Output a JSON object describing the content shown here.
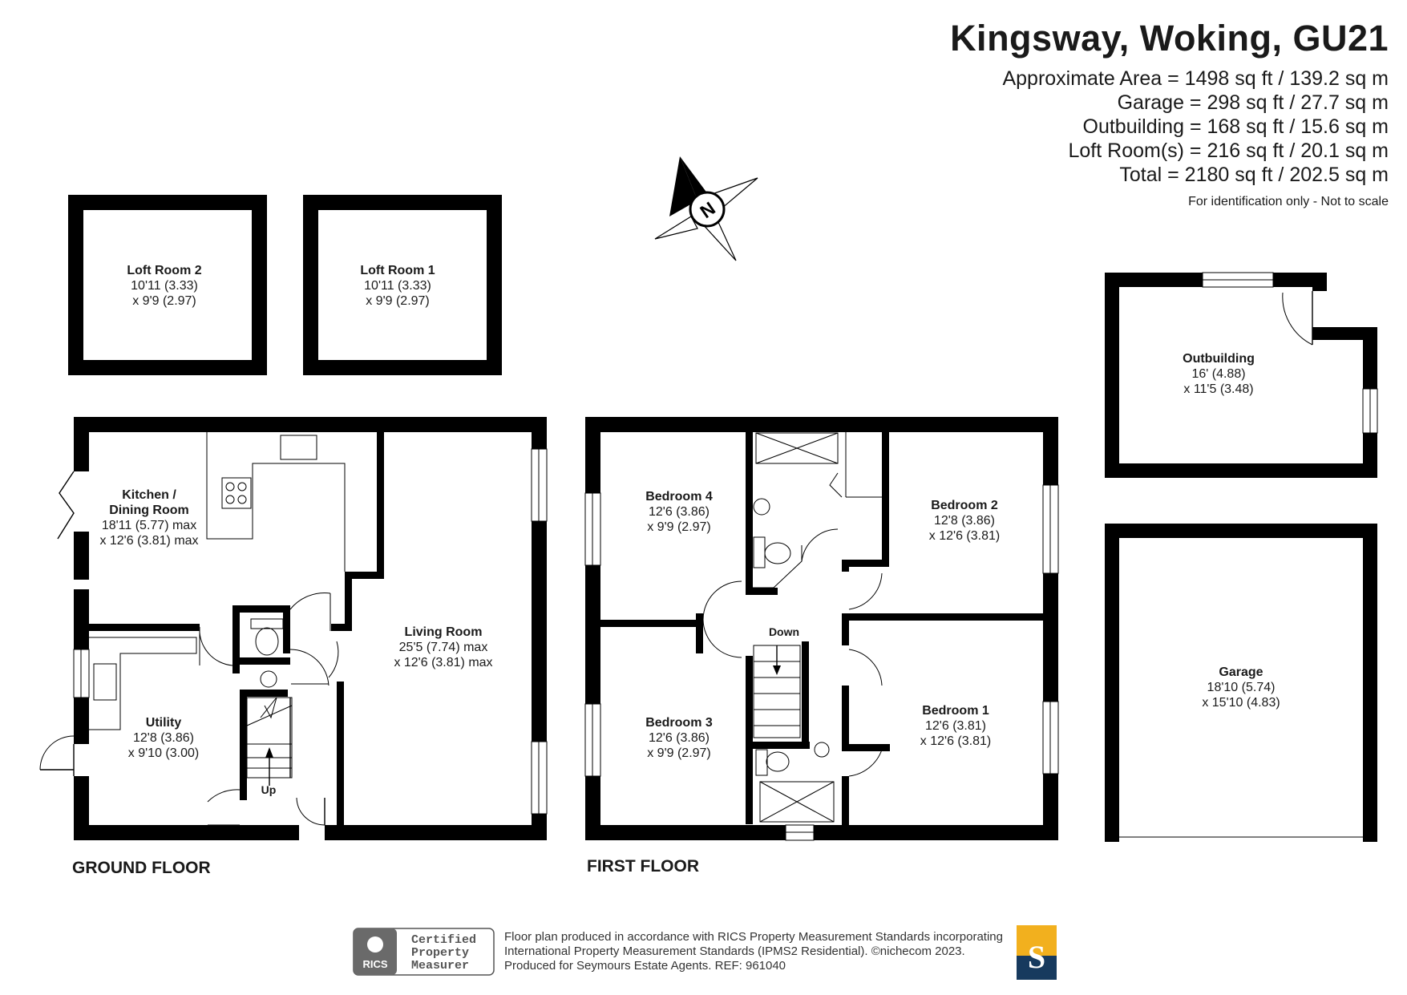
{
  "header": {
    "title": "Kingsway, Woking, GU21",
    "areas": [
      "Approximate Area = 1498 sq ft / 139.2 sq m",
      "Garage = 298 sq ft / 27.7 sq m",
      "Outbuilding = 168 sq ft / 15.6 sq m",
      "Loft Room(s) = 216 sq ft / 20.1 sq m",
      "Total = 2180 sq ft / 202.5 sq m"
    ],
    "note": "For identification only - Not to scale"
  },
  "compass": {
    "label": "N"
  },
  "rooms": {
    "loft2": {
      "name": "Loft Room 2",
      "dim1": "10'11 (3.33)",
      "dim2": "x 9'9 (2.97)"
    },
    "loft1": {
      "name": "Loft Room 1",
      "dim1": "10'11 (3.33)",
      "dim2": "x 9'9 (2.97)"
    },
    "kitchen": {
      "name1": "Kitchen /",
      "name2": "Dining Room",
      "dim1": "18'11 (5.77) max",
      "dim2": "x 12'6 (3.81) max"
    },
    "living": {
      "name": "Living Room",
      "dim1": "25'5 (7.74) max",
      "dim2": "x 12'6 (3.81) max"
    },
    "utility": {
      "name": "Utility",
      "dim1": "12'8 (3.86)",
      "dim2": "x 9'10 (3.00)"
    },
    "bed4": {
      "name": "Bedroom 4",
      "dim1": "12'6 (3.86)",
      "dim2": "x 9'9 (2.97)"
    },
    "bed2": {
      "name": "Bedroom 2",
      "dim1": "12'8 (3.86)",
      "dim2": "x 12'6 (3.81)"
    },
    "bed3": {
      "name": "Bedroom 3",
      "dim1": "12'6 (3.86)",
      "dim2": "x 9'9 (2.97)"
    },
    "bed1": {
      "name": "Bedroom 1",
      "dim1": "12'6 (3.81)",
      "dim2": "x 12'6 (3.81)"
    },
    "outbuilding": {
      "name": "Outbuilding",
      "dim1": "16' (4.88)",
      "dim2": "x 11'5 (3.48)"
    },
    "garage": {
      "name": "Garage",
      "dim1": "18'10 (5.74)",
      "dim2": "x 15'10 (4.83)"
    }
  },
  "stairs": {
    "up": "Up",
    "down": "Down"
  },
  "floors": {
    "ground": "GROUND FLOOR",
    "first": "FIRST FLOOR"
  },
  "footer": {
    "badge_line1": "Certified",
    "badge_line2": "Property",
    "badge_line3": "Measurer",
    "rics": "RICS",
    "text_line1": "Floor plan produced in accordance with RICS Property Measurement Standards incorporating",
    "text_line2": "International Property Measurement Standards (IPMS2 Residential).   ©nichecom 2023.",
    "text_line3": "Produced for Seymours Estate Agents.   REF:  961040",
    "logo_letter": "S",
    "logo_colors": {
      "top": "#f2b01e",
      "bottom": "#173a5e"
    }
  },
  "colors": {
    "wall": "#000000",
    "fixture": "#444444"
  }
}
